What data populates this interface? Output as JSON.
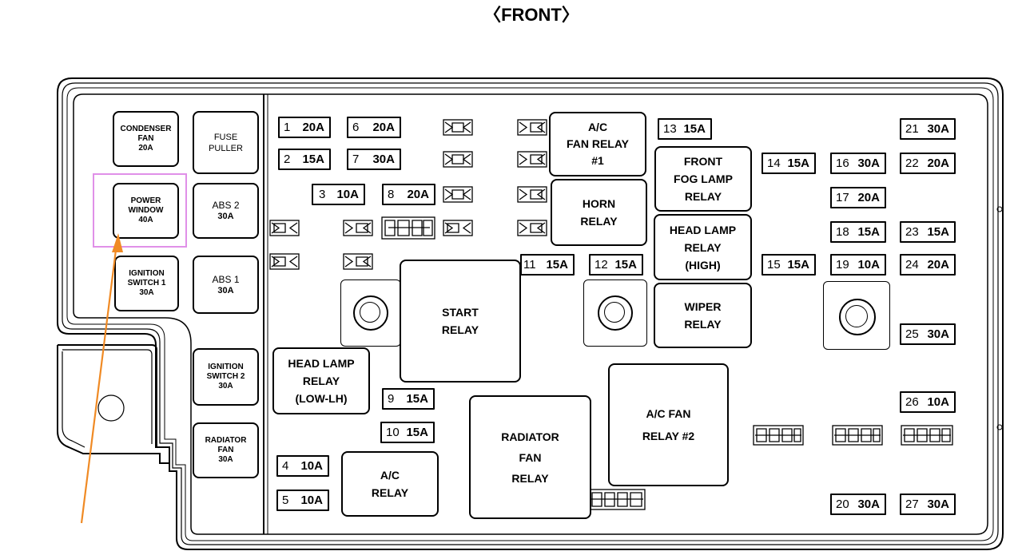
{
  "header": {
    "front_label": "〈FRONT〉"
  },
  "boxes": {
    "condenser_fan": [
      "CONDENSER",
      "FAN",
      "20A"
    ],
    "fuse_puller": [
      "FUSE",
      "PULLER"
    ],
    "power_window": [
      "POWER",
      "WINDOW",
      "40A"
    ],
    "abs2": [
      "ABS 2",
      "30A"
    ],
    "ignition_switch_1": [
      "IGNITION",
      "SWITCH 1",
      "30A"
    ],
    "abs1": [
      "ABS 1",
      "30A"
    ],
    "ignition_switch_2": [
      "IGNITION",
      "SWITCH 2",
      "30A"
    ],
    "radiator_fan": [
      "RADIATOR",
      "FAN",
      "30A"
    ]
  },
  "relays": {
    "ac_fan_relay_1": [
      "A/C",
      "FAN RELAY",
      "#1"
    ],
    "front_fog_lamp_relay": [
      "FRONT",
      "FOG LAMP",
      "RELAY"
    ],
    "horn_relay": [
      "HORN",
      "RELAY"
    ],
    "head_lamp_relay_high": [
      "HEAD LAMP",
      "RELAY",
      "(HIGH)"
    ],
    "wiper_relay": [
      "WIPER",
      "RELAY"
    ],
    "start_relay": [
      "START",
      "RELAY"
    ],
    "head_lamp_relay_low": [
      "HEAD LAMP",
      "RELAY",
      "(LOW-LH)"
    ],
    "ac_fan_relay_2": [
      "A/C FAN",
      "RELAY #2"
    ],
    "radiator_fan_relay": [
      "RADIATOR",
      "FAN",
      "RELAY"
    ],
    "ac_relay": [
      "A/C",
      "RELAY"
    ]
  },
  "fuses": [
    {
      "num": "1",
      "amp": "20A"
    },
    {
      "num": "2",
      "amp": "15A"
    },
    {
      "num": "3",
      "amp": "10A"
    },
    {
      "num": "4",
      "amp": "10A"
    },
    {
      "num": "5",
      "amp": "10A"
    },
    {
      "num": "6",
      "amp": "20A"
    },
    {
      "num": "7",
      "amp": "30A"
    },
    {
      "num": "8",
      "amp": "20A"
    },
    {
      "num": "9",
      "amp": "15A"
    },
    {
      "num": "10",
      "amp": "15A"
    },
    {
      "num": "11",
      "amp": "15A"
    },
    {
      "num": "12",
      "amp": "15A"
    },
    {
      "num": "13",
      "amp": "15A"
    },
    {
      "num": "14",
      "amp": "15A"
    },
    {
      "num": "15",
      "amp": "15A"
    },
    {
      "num": "16",
      "amp": "30A"
    },
    {
      "num": "17",
      "amp": "20A"
    },
    {
      "num": "18",
      "amp": "15A"
    },
    {
      "num": "19",
      "amp": "10A"
    },
    {
      "num": "20",
      "amp": "30A"
    },
    {
      "num": "21",
      "amp": "30A"
    },
    {
      "num": "22",
      "amp": "20A"
    },
    {
      "num": "23",
      "amp": "15A"
    },
    {
      "num": "24",
      "amp": "20A"
    },
    {
      "num": "25",
      "amp": "30A"
    },
    {
      "num": "26",
      "amp": "10A"
    },
    {
      "num": "27",
      "amp": "30A"
    }
  ],
  "annotation": {
    "highlight_color": "#e090e8",
    "arrow_color": "#f08a24"
  }
}
